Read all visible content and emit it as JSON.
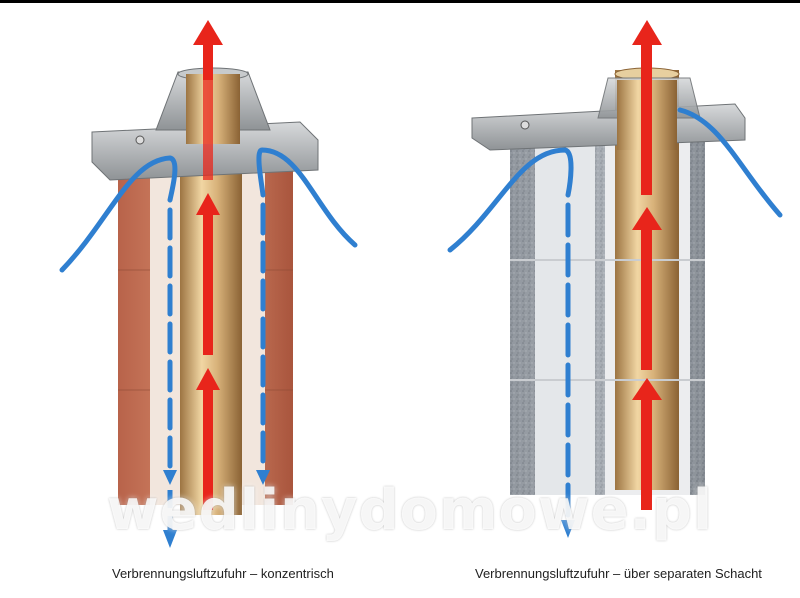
{
  "captions": {
    "left": "Verbrennungsluftzufuhr – konzentrisch",
    "right": "Verbrennungsluftzufuhr – über separaten Schacht"
  },
  "watermark": "wedlinydomowe.pl",
  "colors": {
    "flue_arrow": "#e8251b",
    "air_arrow": "#2f7fd0",
    "brick": "#c9765a",
    "pipe": "#d8b27a",
    "metal": "#a7aaad",
    "concrete": "#9aa0a8"
  }
}
